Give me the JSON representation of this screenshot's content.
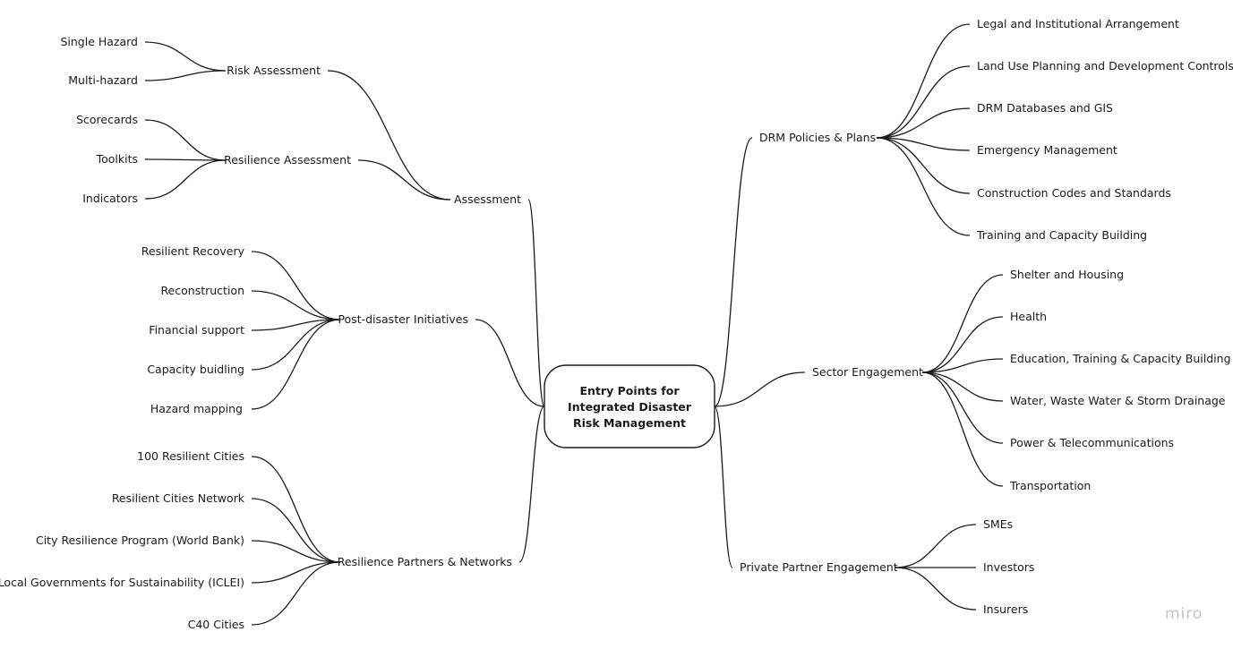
{
  "root": {
    "lines": [
      "Entry Points for",
      "Integrated Disaster",
      "Risk Management"
    ]
  },
  "branches": {
    "assessment": {
      "label": "Assessment",
      "children": {
        "risk_assessment": {
          "label": "Risk Assessment",
          "children": [
            "Single Hazard",
            "Multi-hazard"
          ]
        },
        "resilience_assessment": {
          "label": "Resilience Assessment",
          "children": [
            "Scorecards",
            "Toolkits",
            "Indicators"
          ]
        }
      }
    },
    "post_disaster": {
      "label": "Post-disaster Initiatives",
      "children": [
        "Resilient Recovery",
        "Reconstruction",
        "Financial support",
        "Capacity buidling",
        "Hazard mapping"
      ]
    },
    "partners": {
      "label": "Resilience Partners & Networks",
      "children": [
        "100 Resilient Cities",
        "Resilient Cities Network",
        "City Resilience Program (World Bank)",
        "Local Governments for Sustainability (ICLEI)",
        "C40 Cities"
      ]
    },
    "drm": {
      "label": "DRM Policies & Plans",
      "children": [
        "Legal and Institutional Arrangement",
        "Land Use Planning and Development Controls",
        "DRM Databases and GIS",
        "Emergency Management",
        "Construction Codes and Standards",
        "Training and Capacity Building"
      ]
    },
    "sector": {
      "label": "Sector Engagement",
      "children": [
        "Shelter and Housing",
        "Health",
        "Education, Training & Capacity Building",
        "Water, Waste Water & Storm Drainage",
        "Power & Telecommunications",
        "Transportation"
      ]
    },
    "private": {
      "label": "Private Partner Engagement",
      "children": [
        "SMEs",
        "Investors",
        "Insurers"
      ]
    }
  },
  "watermark": "miro"
}
